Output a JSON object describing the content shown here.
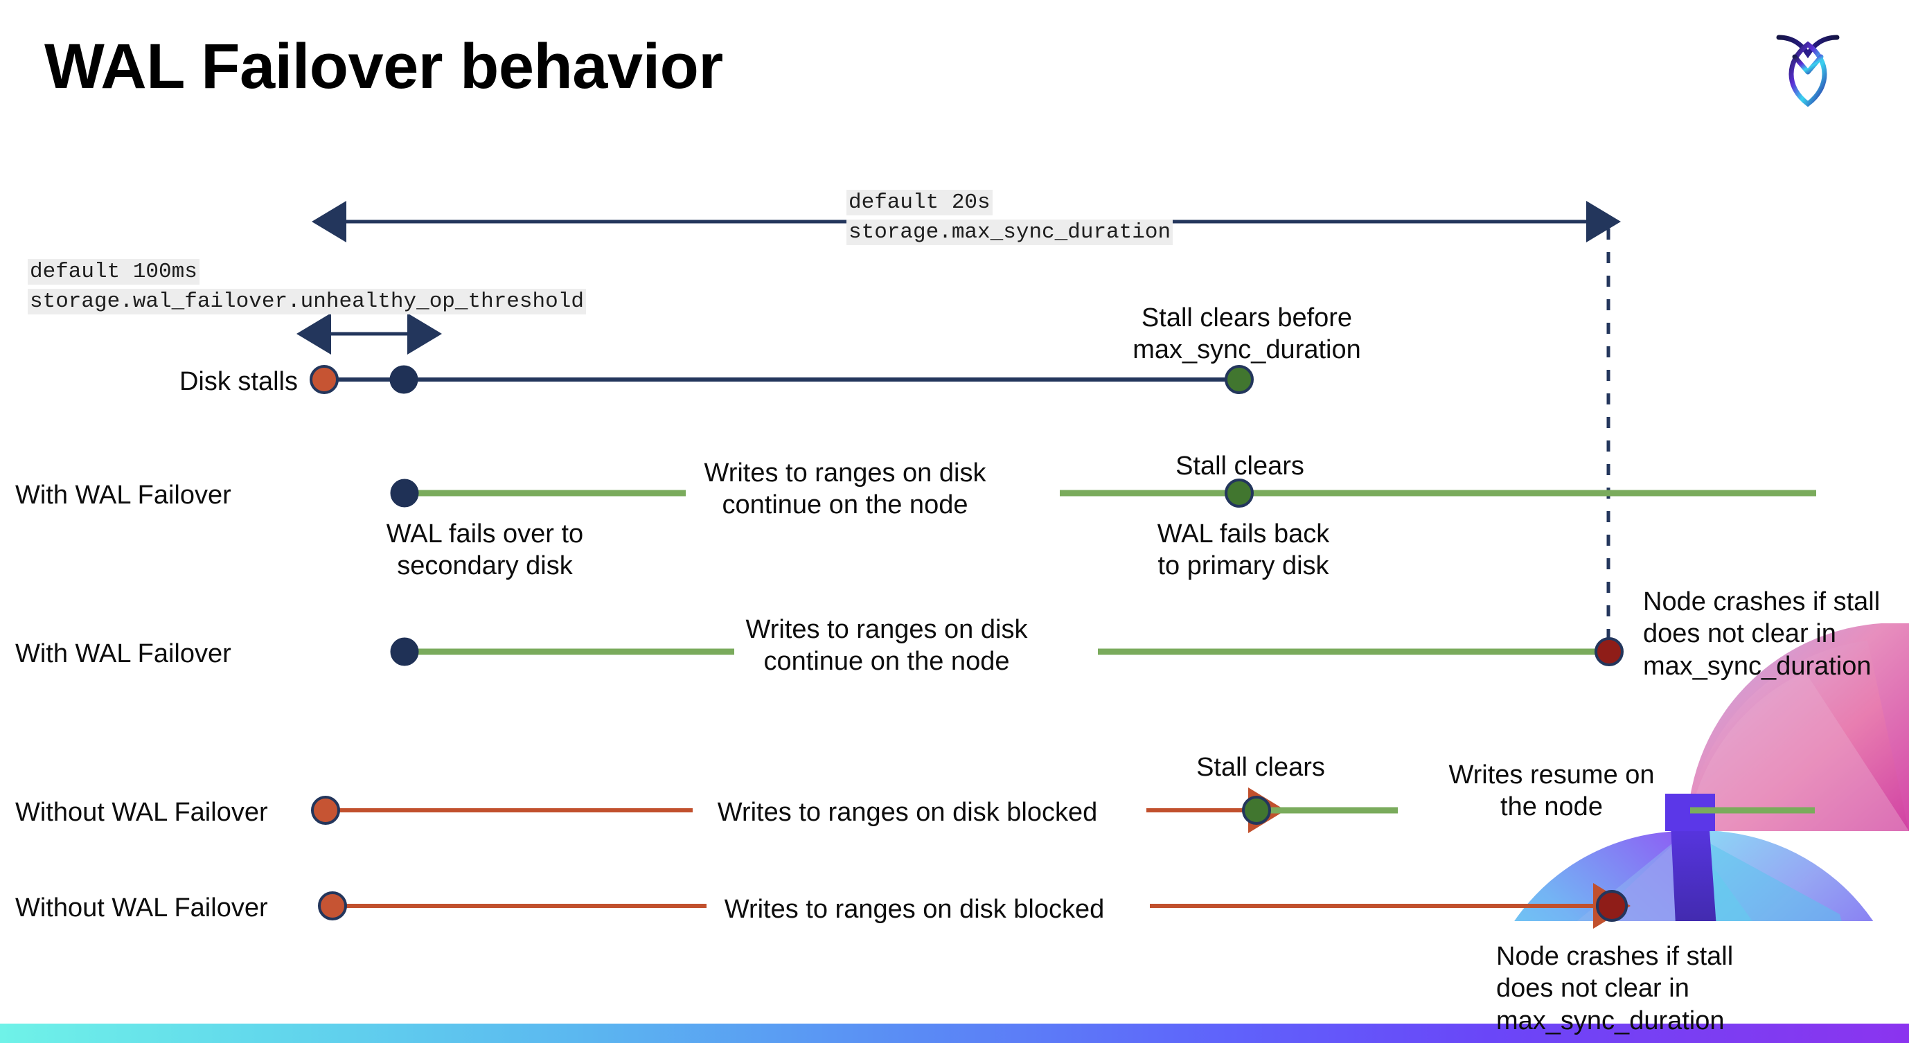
{
  "slide": {
    "title": "WAL Failover behavior",
    "logo_name": "cockroachdb-logo"
  },
  "settings": {
    "max_sync": {
      "default_line": "default 20s",
      "setting_line": "storage.max_sync_duration"
    },
    "unhealthy_op": {
      "default_line": "default 100ms",
      "setting_line": "storage.wal_failover.unhealthy_op_threshold"
    }
  },
  "rows": [
    {
      "id": "disk-stalls",
      "label": "Disk stalls",
      "annotation_top": "Stall clears before\nmax_sync_duration"
    },
    {
      "id": "with-wal-failover-recovers",
      "label": "With WAL Failover",
      "annotation_mid": "Writes to ranges on disk\ncontinue on the node",
      "annotation_top": "Stall clears",
      "annotation_start": "WAL fails over to\nsecondary disk",
      "annotation_bottom": "WAL fails  back\nto primary disk"
    },
    {
      "id": "with-wal-failover-crashes",
      "label": "With WAL Failover",
      "annotation_mid": "Writes to ranges on disk\ncontinue on the node",
      "annotation_end": "Node crashes if stall\ndoes not clear in\nmax_sync_duration"
    },
    {
      "id": "without-wal-failover-recovers",
      "label": "Without WAL Failover",
      "annotation_mid": "Writes to ranges on disk  blocked",
      "annotation_top": "Stall clears",
      "annotation_resume": "Writes resume on\nthe node"
    },
    {
      "id": "without-wal-failover-crashes",
      "label": "Without WAL Failover",
      "annotation_mid": "Writes to ranges on disk  blocked",
      "annotation_end": "Node crashes if stall\ndoes not clear in\nmax_sync_duration"
    }
  ],
  "colors": {
    "navy": "#23365c",
    "orange": "#c65433",
    "green_marker": "#41762f",
    "green_line": "#7aab5c",
    "dark_red": "#8f1d18",
    "code_bg": "#ededed",
    "text": "#0d0d0d"
  },
  "markers": {
    "stall_start": "orange-circle",
    "failover": "navy-circle",
    "stall_clears": "green-circle",
    "node_crash": "dark-red-circle"
  }
}
